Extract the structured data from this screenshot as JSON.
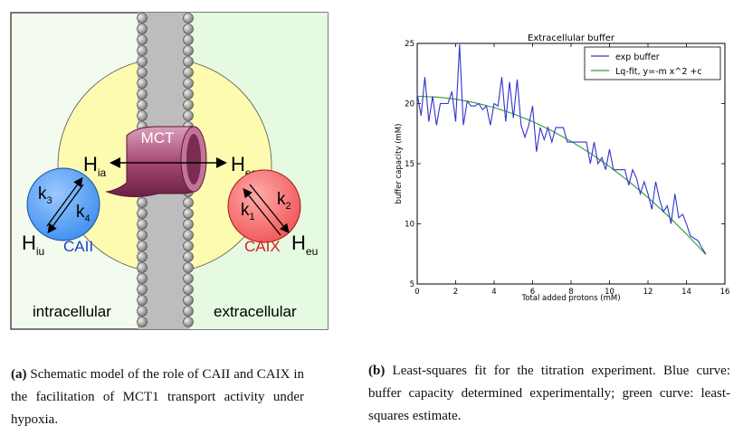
{
  "schematic": {
    "region_left": "intracellular",
    "region_right": "extracellular",
    "transporter": "MCT",
    "h_ia": {
      "main": "H",
      "sub": "ia"
    },
    "h_ea": {
      "main": "H",
      "sub": "ea"
    },
    "h_iu": {
      "main": "H",
      "sub": "iu"
    },
    "h_eu": {
      "main": "H",
      "sub": "eu"
    },
    "enzyme_left": "CAII",
    "enzyme_right": "CAIX",
    "k3": {
      "main": "k",
      "sub": "3"
    },
    "k4": {
      "main": "k",
      "sub": "4"
    },
    "k1": {
      "main": "k",
      "sub": "1"
    },
    "k2": {
      "main": "k",
      "sub": "2"
    },
    "colors": {
      "left_bg": "#f0fbe8",
      "right_bg": "#e6f9e1",
      "cell": "#fdfbb0",
      "caii": "#3d8ff0",
      "caix": "#f05656",
      "mct": "#a84a72"
    }
  },
  "chart_data": {
    "type": "line",
    "title": "Extracellular buffer",
    "xlabel": "Total added protons (mM)",
    "ylabel": "buffer capacity (mM)",
    "xlim": [
      0,
      16
    ],
    "ylim": [
      5,
      25
    ],
    "xticks": [
      0,
      2,
      4,
      6,
      8,
      10,
      12,
      14,
      16
    ],
    "yticks": [
      5,
      10,
      15,
      20,
      25
    ],
    "grid": false,
    "legend_position": "top-right",
    "series": [
      {
        "name": "exp buffer",
        "color": "#3333cc",
        "x": [
          0,
          0.2,
          0.4,
          0.6,
          0.8,
          1.0,
          1.2,
          1.4,
          1.6,
          1.8,
          2.0,
          2.2,
          2.4,
          2.6,
          2.8,
          3.0,
          3.2,
          3.4,
          3.6,
          3.8,
          4.0,
          4.2,
          4.4,
          4.6,
          4.8,
          5.0,
          5.2,
          5.4,
          5.6,
          5.8,
          6.0,
          6.2,
          6.4,
          6.6,
          6.8,
          7.0,
          7.2,
          7.4,
          7.6,
          7.8,
          8.0,
          8.2,
          8.4,
          8.6,
          8.8,
          9.0,
          9.2,
          9.4,
          9.6,
          9.8,
          10.0,
          10.2,
          10.4,
          10.6,
          10.8,
          11.0,
          11.2,
          11.4,
          11.6,
          11.8,
          12.0,
          12.2,
          12.4,
          12.6,
          12.8,
          13.0,
          13.2,
          13.4,
          13.6,
          13.8,
          14.0,
          14.2,
          14.4,
          14.6,
          14.8,
          15.0
        ],
        "y": [
          20.8,
          19.0,
          22.2,
          18.5,
          20.6,
          18.2,
          20.0,
          20.0,
          20.0,
          21.0,
          18.5,
          24.9,
          18.2,
          20.2,
          19.8,
          19.8,
          20.0,
          19.5,
          19.8,
          18.2,
          20.0,
          19.8,
          22.2,
          18.5,
          21.8,
          18.8,
          22.0,
          18.2,
          17.2,
          18.2,
          19.8,
          16.0,
          18.0,
          17.0,
          18.0,
          16.8,
          18.0,
          18.0,
          18.0,
          16.8,
          16.8,
          16.8,
          16.8,
          16.8,
          16.8,
          15.0,
          16.8,
          15.0,
          15.5,
          14.5,
          16.2,
          14.5,
          14.5,
          14.5,
          14.5,
          13.2,
          14.5,
          13.8,
          12.5,
          13.5,
          12.5,
          11.2,
          13.5,
          12.0,
          11.0,
          11.5,
          10.0,
          12.5,
          10.5,
          10.8,
          10.0,
          9.0,
          8.8,
          8.6,
          8.0,
          7.5
        ]
      },
      {
        "name": "Lq-fit,  y=-m x^2 +c",
        "color": "#339933",
        "fit": {
          "m": 0.0584,
          "c": 20.6
        },
        "x": [
          0,
          1,
          2,
          3,
          4,
          5,
          6,
          7,
          8,
          9,
          10,
          11,
          12,
          13,
          14,
          15
        ],
        "y": [
          20.6,
          20.54,
          20.37,
          20.07,
          19.67,
          19.14,
          18.5,
          17.74,
          16.86,
          15.87,
          14.76,
          13.53,
          12.19,
          10.73,
          9.15,
          7.46
        ]
      }
    ]
  },
  "captions": {
    "a_label": "(a)",
    "a_text": " Schematic model of the role of CAII and CAIX in the facilitation of MCT1 transport activity under hypoxia.",
    "b_label": "(b)",
    "b_text": " Least-squares fit for the titration experiment. Blue curve: buffer capacity determined experimentally; green curve: least-squares estimate."
  }
}
